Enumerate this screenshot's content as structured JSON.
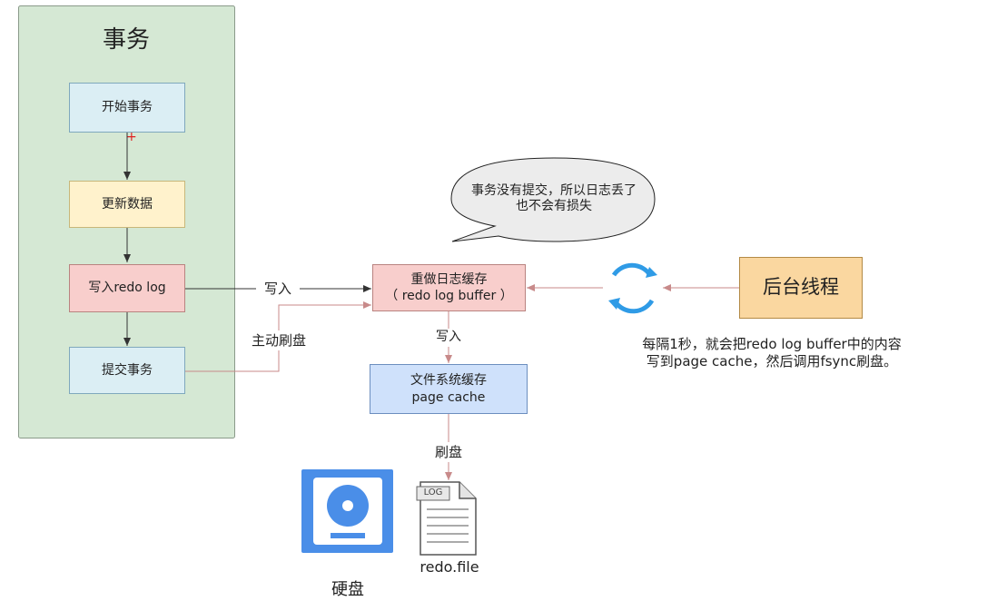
{
  "colors": {
    "panel_fill": "#d5e8d4",
    "start_fill": "#dbeef4",
    "update_fill": "#fff2cc",
    "write_fill": "#f8cecc",
    "buffer_fill": "#f8cecc",
    "page_cache_fill": "#cfe1fb",
    "thread_fill": "#fad7a0",
    "red_arrow": "#c88a8a",
    "sync_icon": "#2f9be6",
    "disk_icon": "#4a8ee8"
  },
  "panel": {
    "title": "事务"
  },
  "steps": {
    "start": "开始事务",
    "update": "更新数据",
    "write": "写入redo log",
    "commit": "提交事务"
  },
  "buffer": {
    "line1": "重做日志缓存",
    "line2": "（ redo log buffer ）"
  },
  "page_cache": {
    "line1": "文件系统缓存",
    "line2": "page cache"
  },
  "thread": {
    "label": "后台线程"
  },
  "callout": {
    "line1": "事务没有提交，所以日志丢了",
    "line2": "也不会有损失"
  },
  "edges": {
    "write_to_buffer": "写入",
    "active_flush": "主动刷盘",
    "buffer_to_cache": "写入",
    "cache_to_file": "刷盘"
  },
  "note": {
    "line1": "每隔1秒，就会把redo log buffer中的内容",
    "line2": "写到page cache，然后调用fsync刷盘。"
  },
  "icons": {
    "sync": "sync-icon",
    "disk": "hard-disk-icon",
    "file": "log-file-icon",
    "file_badge": "LOG"
  },
  "disk_label": "硬盘",
  "file_label": "redo.file"
}
